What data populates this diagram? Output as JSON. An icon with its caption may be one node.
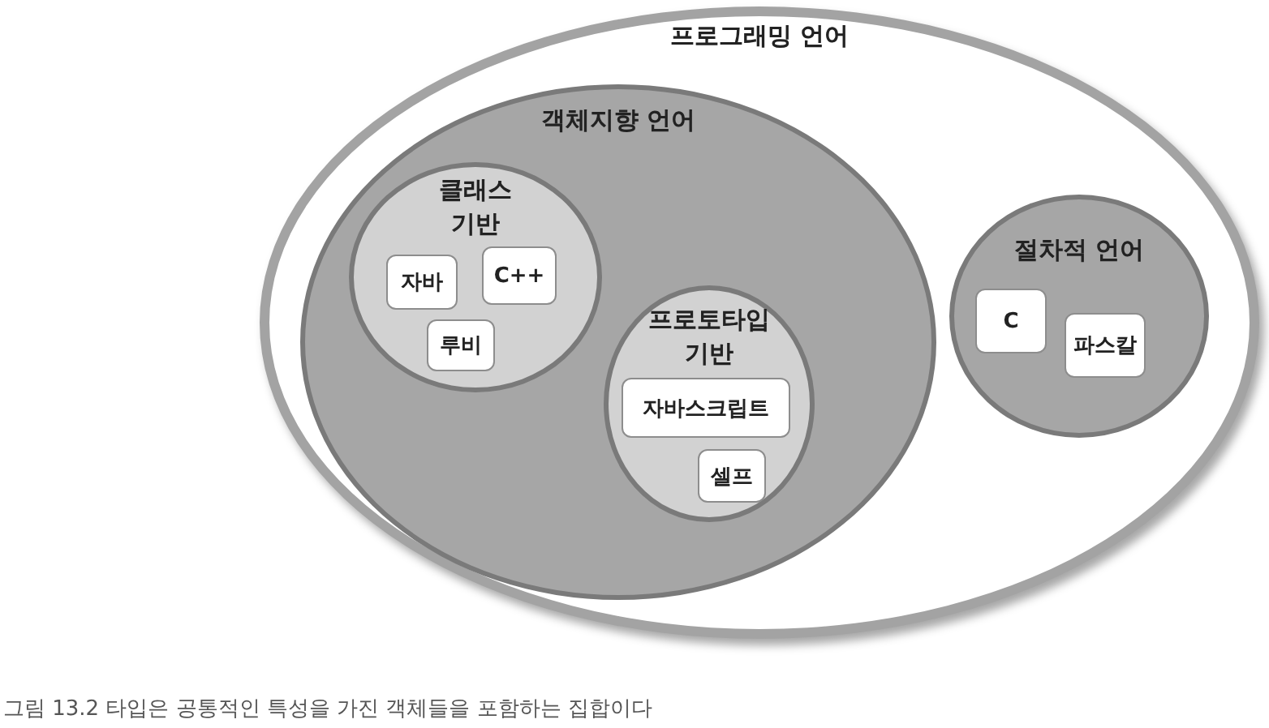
{
  "diagram": {
    "caption": "그림 13.2 타입은 공통적인 특성을 가진 객체들을 포함하는 집합이다",
    "nodes": [
      {
        "text": [
          "프로그래밍 언어"
        ]
      },
      {
        "text": [
          "객체지향 언어"
        ],
        "in": 0
      },
      {
        "text": [
          "클래스 기반"
        ],
        "in": 1
      },
      {
        "text": [
          "자바"
        ],
        "in": 2
      },
      {
        "text": [
          "C++"
        ],
        "in": 2
      },
      {
        "text": [
          "루비"
        ],
        "in": 2
      },
      {
        "text": [
          "프로토타입 기반"
        ],
        "in": 1
      },
      {
        "text": [
          "자바스크립트"
        ],
        "in": 6
      },
      {
        "text": [
          "셀프"
        ],
        "in": 6
      },
      {
        "text": [
          "절차적 언어"
        ],
        "in": 0
      },
      {
        "text": [
          "C"
        ],
        "in": 9
      },
      {
        "text": [
          "파스칼"
        ],
        "in": 9
      }
    ]
  }
}
